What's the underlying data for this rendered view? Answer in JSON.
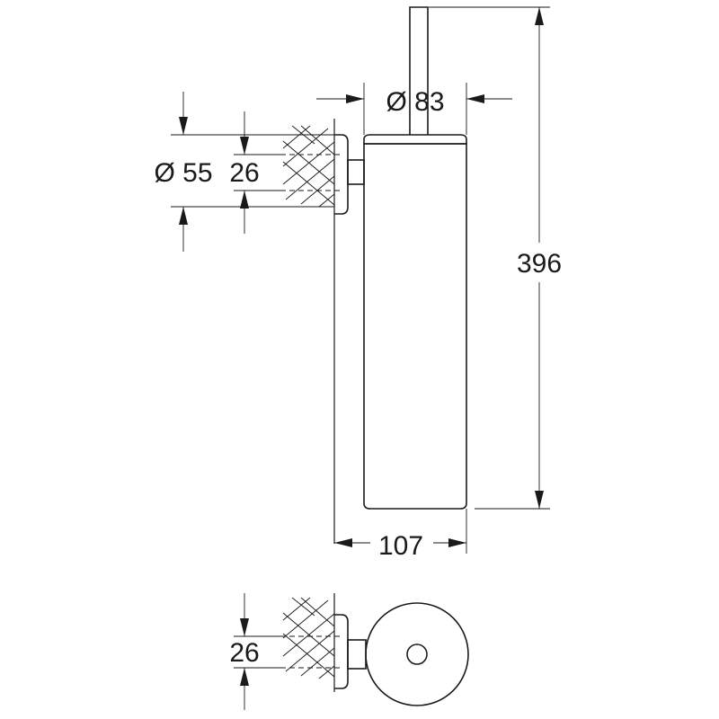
{
  "dimensions": {
    "overall_height": "396",
    "depth": "107",
    "container_diameter": "Ø 83",
    "rosette_diameter": "Ø 55",
    "mount_height_front": "26",
    "mount_height_top": "26"
  }
}
